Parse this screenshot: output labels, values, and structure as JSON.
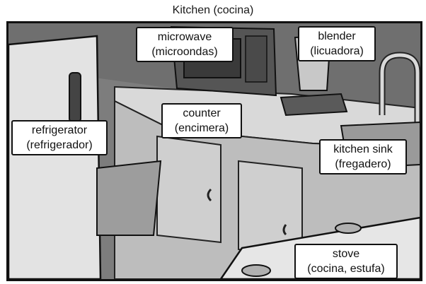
{
  "title": "Kitchen (cocina)",
  "labels": {
    "microwave": {
      "line1": "microwave",
      "line2": "(microondas)"
    },
    "blender": {
      "line1": "blender",
      "line2": "(licuadora)"
    },
    "counter": {
      "line1": "counter",
      "line2": "(encimera)"
    },
    "refrigerator": {
      "line1": "refrigerator",
      "line2": "(refrigerador)"
    },
    "sink": {
      "line1": "kitchen sink",
      "line2": "(fregadero)"
    },
    "stove": {
      "line1": "stove",
      "line2": "(cocina, estufa)"
    }
  }
}
